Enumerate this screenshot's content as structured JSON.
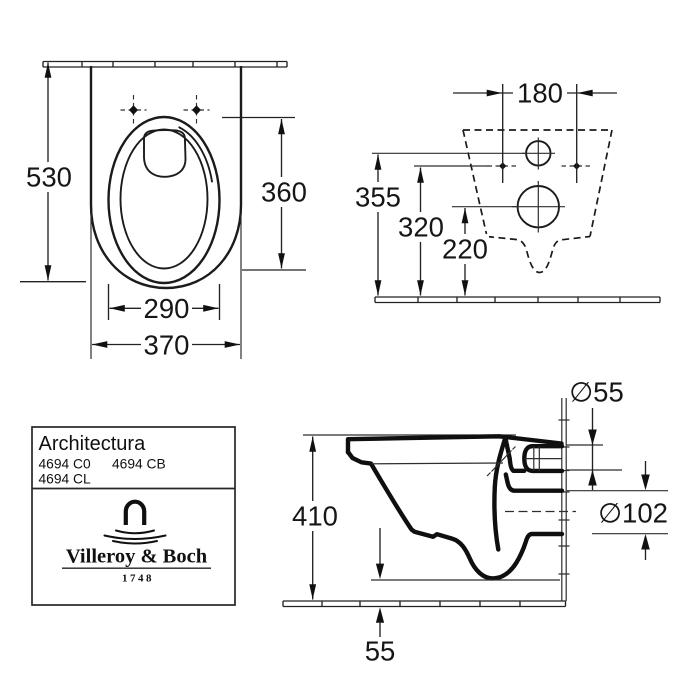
{
  "dims": {
    "top": {
      "overall_depth": "530",
      "bowl_depth": "360",
      "bowl_width": "290",
      "overall_width": "370"
    },
    "rear": {
      "fixing_hole_spacing": "180",
      "inlet_center_height": "355",
      "fixing_hole_height": "320",
      "outlet_center_height": "220"
    },
    "side": {
      "rim_height": "410",
      "underside_clearance": "55",
      "inlet_diameter": "∅55",
      "outlet_diameter": "∅102"
    }
  },
  "info_box": {
    "series": "Architectura",
    "code_1": "4694 C0",
    "code_2": "4694 CB",
    "code_3": "4694 CL",
    "brand": "Villeroy & Boch",
    "established": "1748"
  },
  "colors": {
    "background": "#ffffff",
    "line": "#1c1c1c",
    "text": "#161616"
  }
}
